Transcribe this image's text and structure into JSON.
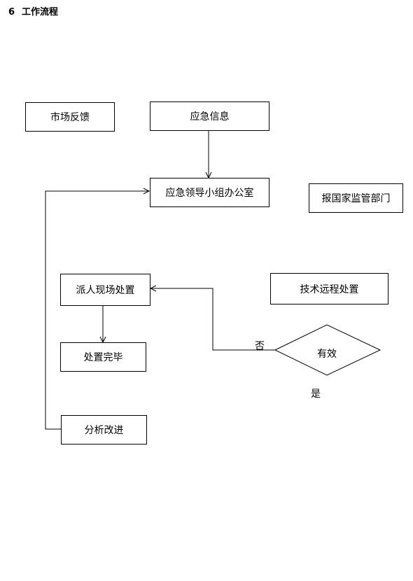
{
  "heading": {
    "number": "6",
    "title": "工作流程"
  },
  "nodes": {
    "market_feedback": "市场反馈",
    "emergency_info": "应急信息",
    "office": "应急领导小组办公室",
    "report_state": "报国家监管部门",
    "dispatch": "派人现场处置",
    "remote": "技术远程处置",
    "done": "处置完毕",
    "valid": "有效",
    "analysis": "分析改进"
  },
  "edge_labels": {
    "no": "否",
    "yes": "是"
  }
}
